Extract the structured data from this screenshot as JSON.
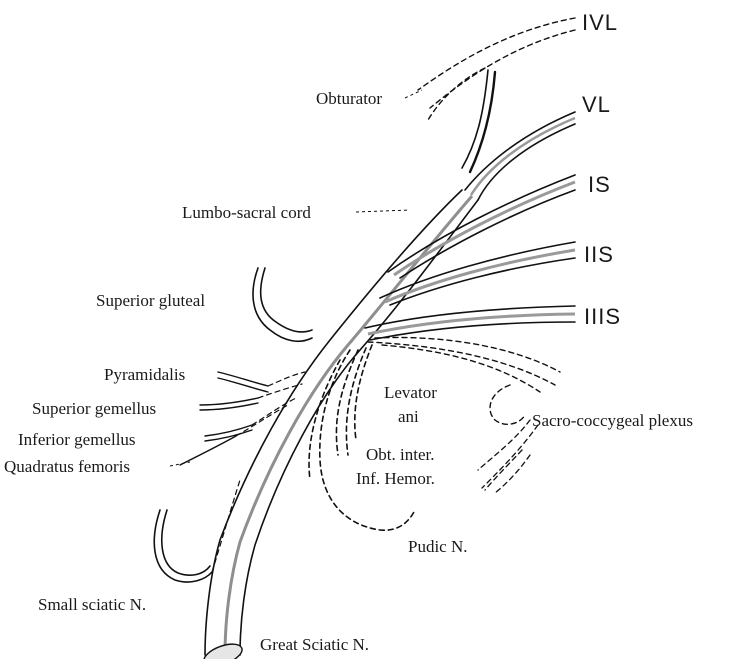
{
  "roots": {
    "ivl": "IVL",
    "vl": "VL",
    "is": "IS",
    "iis": "IIS",
    "iiis": "IIIS"
  },
  "labels": {
    "obturator": "Obturator",
    "lumbo_sacral_cord": "Lumbo-sacral cord",
    "superior_gluteal": "Superior gluteal",
    "pyramidalis": "Pyramidalis",
    "superior_gemellus": "Superior gemellus",
    "inferior_gemellus": "Inferior gemellus",
    "quadratus_femoris": "Quadratus femoris",
    "levator_ani_1": "Levator",
    "levator_ani_2": "ani",
    "obt_inter": "Obt. inter.",
    "inf_hemor": "Inf. Hemor.",
    "sacro_coccygeal_plexus": "Sacro-coccygeal plexus",
    "pudic_n": "Pudic N.",
    "small_sciatic_n": "Small sciatic N.",
    "great_sciatic_n": "Great Sciatic N."
  },
  "colors": {
    "ink": "#111111",
    "paper": "#ffffff"
  }
}
